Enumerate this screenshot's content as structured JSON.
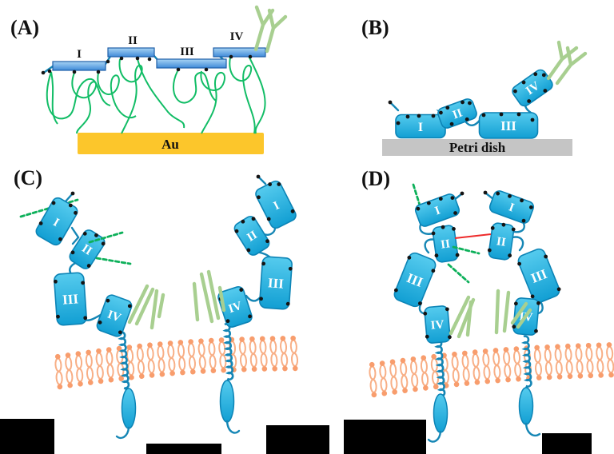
{
  "figure": {
    "panels": {
      "a": {
        "label": "(A)",
        "domains": [
          "I",
          "II",
          "III",
          "IV"
        ],
        "substrate": "Au"
      },
      "b": {
        "label": "(B)",
        "domains": [
          "I",
          "II",
          "III",
          "IV"
        ],
        "substrate": "Petri dish"
      },
      "c": {
        "label": "(C)",
        "left": [
          "I",
          "II",
          "III",
          "IV"
        ],
        "right": [
          "I",
          "II",
          "III",
          "IV"
        ]
      },
      "d": {
        "label": "(D)",
        "left": [
          "I",
          "II",
          "III",
          "IV"
        ],
        "right": [
          "I",
          "II",
          "III",
          "IV"
        ]
      }
    },
    "colors": {
      "domain-fill-top": "#55cbee",
      "domain-fill-bottom": "#129fd3",
      "domain-stroke": "#0c84b6",
      "bar-fill-top": "#a8d4f4",
      "bar-fill-bottom": "#3f8ad8",
      "bar-stroke": "#1f5fa8",
      "gold": "#fcc62b",
      "petri-gray": "#c5c5c5",
      "curl-green": "#12bd66",
      "dash-green": "#0db05a",
      "antibody-green": "#a8cf90",
      "lipid-orange": "#f89d6d",
      "lipid-tail": "#f8af86",
      "tether-blue": "#1586b5",
      "crosslink-red": "#ee2b2b"
    }
  }
}
